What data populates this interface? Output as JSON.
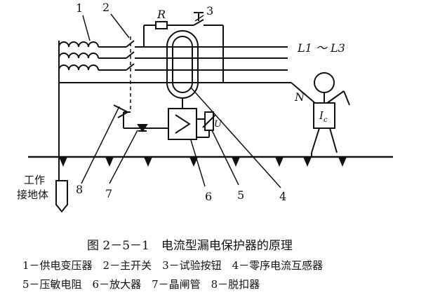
{
  "labels": {
    "transformer_num": "1",
    "switch_num": "2",
    "button_num": "3",
    "ct_num": "4",
    "varistor_num": "5",
    "amplifier_num": "6",
    "thyristor_num": "7",
    "trip_num": "8",
    "resistor": "R",
    "line": "L1 ～ L3",
    "neutral": "N",
    "voltage": "U",
    "current": "I",
    "current_sub": "c",
    "ground_body_line1": "工作",
    "ground_body_line2": "接地体"
  },
  "caption": {
    "title": "图 2－5－1　电流型漏电保护器的原理",
    "legend_line1": "1－供电变压器　2－主开关　3－试验按钮　4－零序电流互感器",
    "legend_line2": "5－压敏电阻　6－放大器　7－晶闸管　8－脱扣器"
  }
}
